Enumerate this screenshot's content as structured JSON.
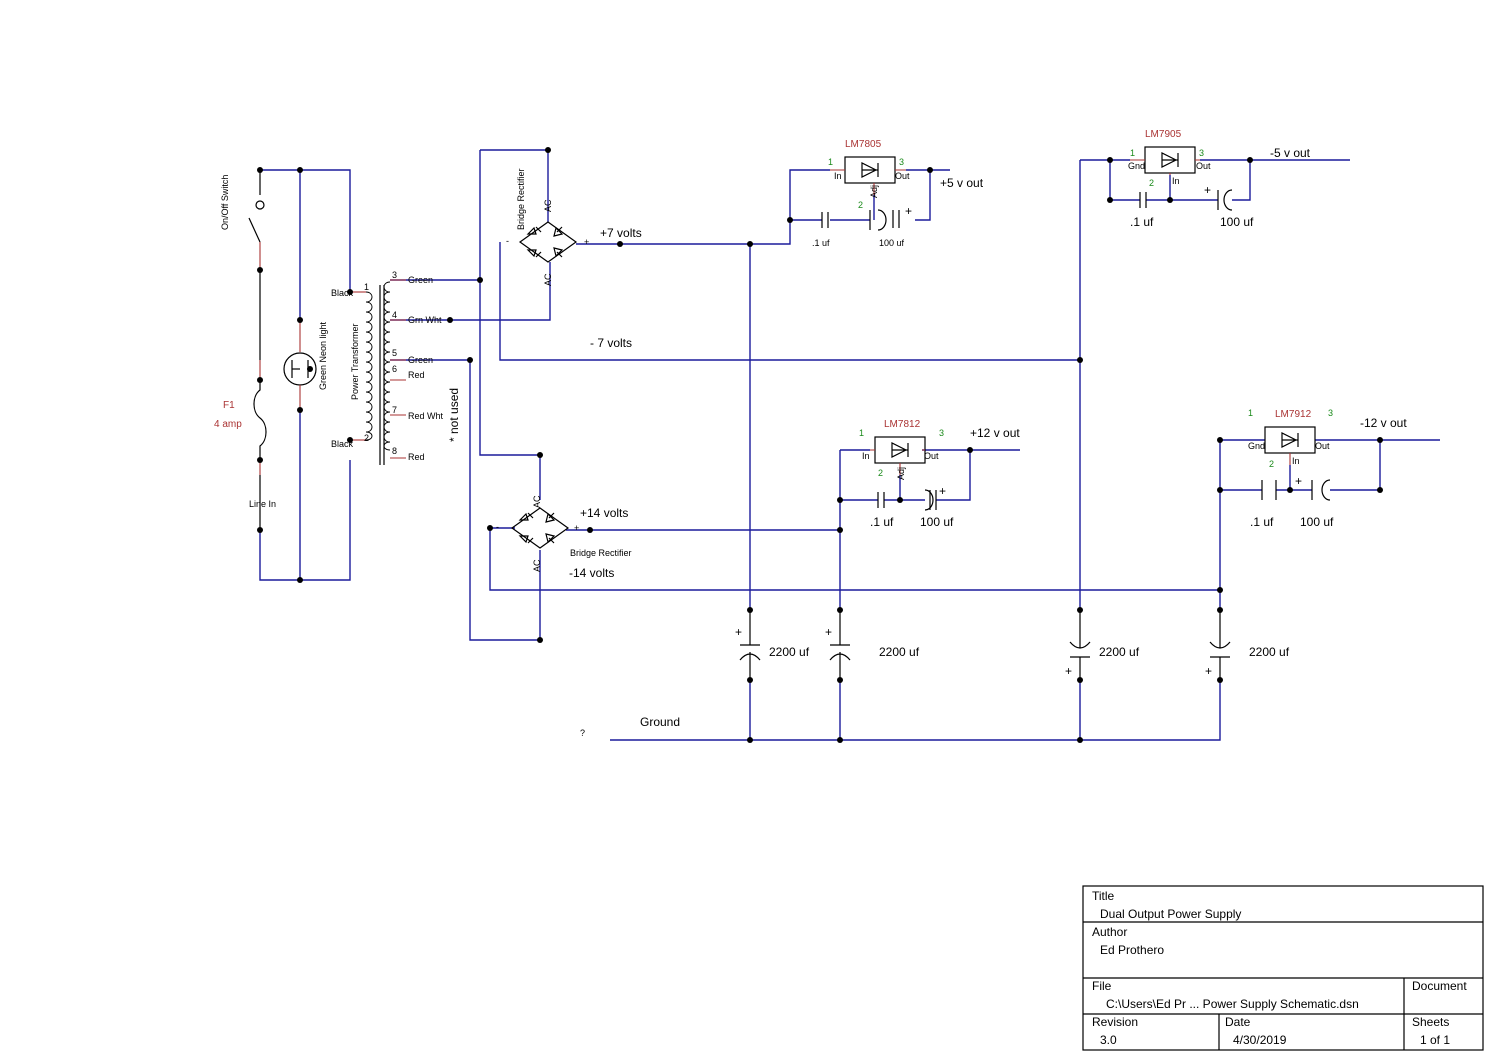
{
  "labels": {
    "switch": "On/Off Switch",
    "neon": "Green Neon light",
    "fuse_ref": "F1",
    "fuse_val": "4 amp",
    "line_in": "Line In",
    "transformer": "Power Transformer",
    "not_used": "* not used",
    "ground": "Ground",
    "question": "?"
  },
  "transformer": {
    "primary": [
      {
        "num": "1",
        "wire": "Black"
      },
      {
        "num": "2",
        "wire": "Black"
      }
    ],
    "secondary": [
      {
        "num": "3",
        "wire": "Green"
      },
      {
        "num": "4",
        "wire": "Grn Wht"
      },
      {
        "num": "5",
        "wire": "Green"
      },
      {
        "num": "6",
        "wire": "Red"
      },
      {
        "num": "7",
        "wire": "Red Wht"
      },
      {
        "num": "8",
        "wire": "Red"
      }
    ]
  },
  "rectifiers": {
    "top": {
      "label": "Bridge Rectifier",
      "ac": "AC",
      "plus": "+",
      "minus": "-",
      "out_pos": "+7 volts",
      "out_neg": "- 7 volts"
    },
    "bottom": {
      "label": "Bridge Rectifier",
      "ac": "AC",
      "plus": "+",
      "minus": "-",
      "out_pos": "+14 volts",
      "out_neg": "-14 volts"
    }
  },
  "regulators": [
    {
      "part": "LM7805",
      "pins": [
        "In",
        "Adj",
        "Out"
      ],
      "pin_nums": [
        "1",
        "2",
        "3"
      ],
      "out": "+5 v out",
      "cap_small": ".1 uf",
      "cap_big": "100 uf"
    },
    {
      "part": "LM7905",
      "pins": [
        "Gnd",
        "In",
        "Out"
      ],
      "pin_nums": [
        "1",
        "2",
        "3"
      ],
      "out": "-5 v out",
      "cap_small": ".1 uf",
      "cap_big": "100 uf"
    },
    {
      "part": "LM7812",
      "pins": [
        "In",
        "Adj",
        "Out"
      ],
      "pin_nums": [
        "1",
        "2",
        "3"
      ],
      "out": "+12 v out",
      "cap_small": ".1 uf",
      "cap_big": "100 uf"
    },
    {
      "part": "LM7912",
      "pins": [
        "Gnd",
        "In",
        "Out"
      ],
      "pin_nums": [
        "1",
        "2",
        "3"
      ],
      "out": "-12 v out",
      "cap_small": ".1 uf",
      "cap_big": "100 uf"
    }
  ],
  "filter_caps": [
    "2200 uf",
    "2200 uf",
    "2200 uf",
    "2200 uf"
  ],
  "cap_plus": "+",
  "title_block": {
    "title_label": "Title",
    "title": "Dual Output Power Supply",
    "author_label": "Author",
    "author": "Ed Prothero",
    "file_label": "File",
    "file": "C:\\Users\\Ed Pr ... Power Supply Schematic.dsn",
    "document_label": "Document",
    "revision_label": "Revision",
    "revision": "3.0",
    "date_label": "Date",
    "date": "4/30/2019",
    "sheets_label": "Sheets",
    "sheets": "1 of 1"
  },
  "colors": {
    "wire": "#1c1c9c",
    "component": "#000000",
    "part_label": "#aa3333",
    "pin_number": "#1a8a1a"
  }
}
